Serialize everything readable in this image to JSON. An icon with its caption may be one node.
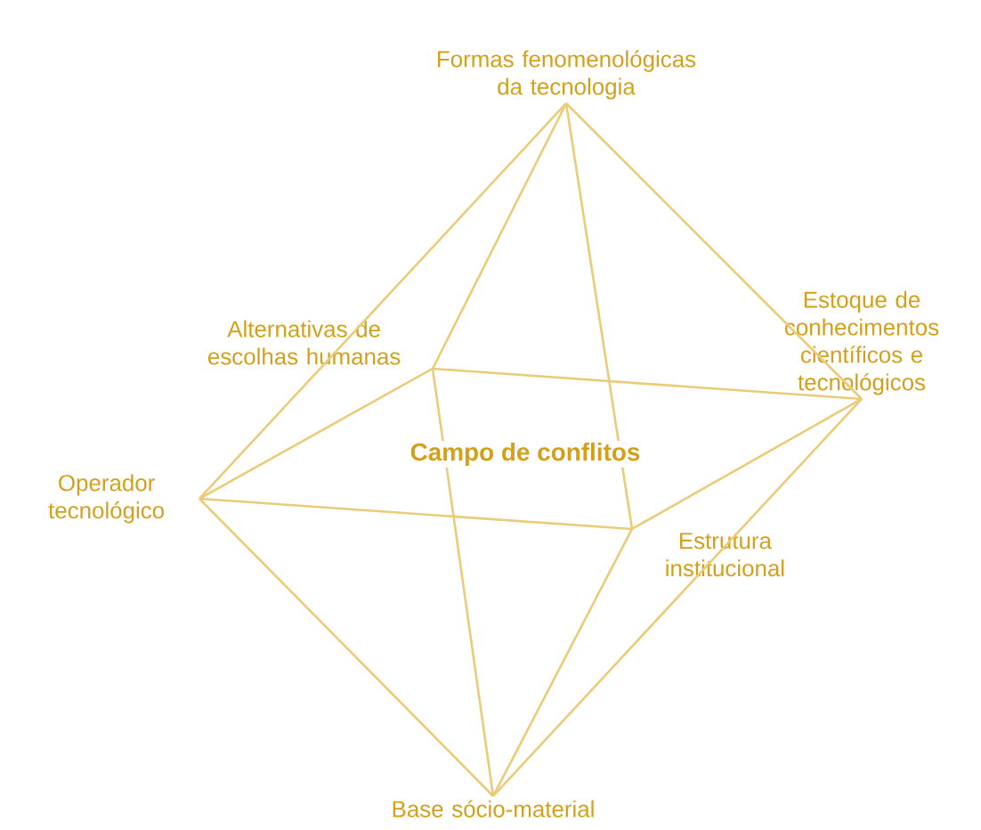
{
  "diagram": {
    "nodes": [
      {
        "text": [
          "Formas fenomenológicas da tecnologia"
        ]
      },
      {
        "text": [
          "Estoque de conhecimentos científicos e tecnológicos"
        ]
      },
      {
        "text": [
          "Alternativas de escolhas humanas"
        ]
      },
      {
        "text": [
          "Operador tecnológico"
        ]
      },
      {
        "text": [
          "Estrutura institucional"
        ]
      },
      {
        "text": [
          "Base sócio-material"
        ]
      }
    ],
    "edges": [
      {
        "from": 0,
        "to": 1,
        "arrow": "none"
      },
      {
        "from": 0,
        "to": 2,
        "arrow": "none"
      },
      {
        "from": 0,
        "to": 3,
        "arrow": "none"
      },
      {
        "from": 0,
        "to": 4,
        "arrow": "none"
      },
      {
        "from": 5,
        "to": 1,
        "arrow": "none"
      },
      {
        "from": 5,
        "to": 2,
        "arrow": "none"
      },
      {
        "from": 5,
        "to": 3,
        "arrow": "none"
      },
      {
        "from": 5,
        "to": 4,
        "arrow": "none"
      },
      {
        "from": 3,
        "to": 2,
        "arrow": "none"
      },
      {
        "from": 2,
        "to": 1,
        "arrow": "none"
      },
      {
        "from": 1,
        "to": 4,
        "arrow": "none"
      },
      {
        "from": 4,
        "to": 3,
        "arrow": "none"
      }
    ],
    "labels": [
      "Campo de conflitos"
    ]
  }
}
